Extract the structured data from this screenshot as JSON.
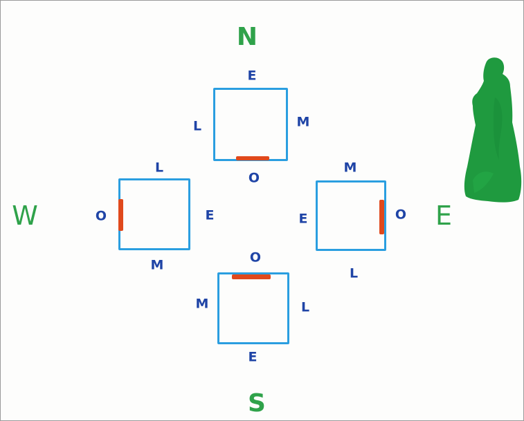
{
  "cardinals": {
    "north": "N",
    "south": "S",
    "west": "W",
    "east": "E"
  },
  "boxes": {
    "north": {
      "top": "E",
      "right": "M",
      "bottom": "O",
      "left": "L",
      "door_side": "bottom"
    },
    "west": {
      "top": "L",
      "right": "E",
      "bottom": "M",
      "left": "O",
      "door_side": "left"
    },
    "east": {
      "top": "M",
      "right": "O",
      "bottom": "L",
      "left": "E",
      "door_side": "right"
    },
    "south": {
      "top": "O",
      "right": "L",
      "bottom": "E",
      "left": "M",
      "door_side": "top"
    }
  },
  "figure": {
    "icon": "standing-woman-silhouette-icon"
  },
  "colors": {
    "box_outline": "#2a9ee0",
    "door": "#e0491c",
    "side_label": "#1f44a6",
    "cardinal": "#2fa24a",
    "figure": "#1f9a3f"
  }
}
